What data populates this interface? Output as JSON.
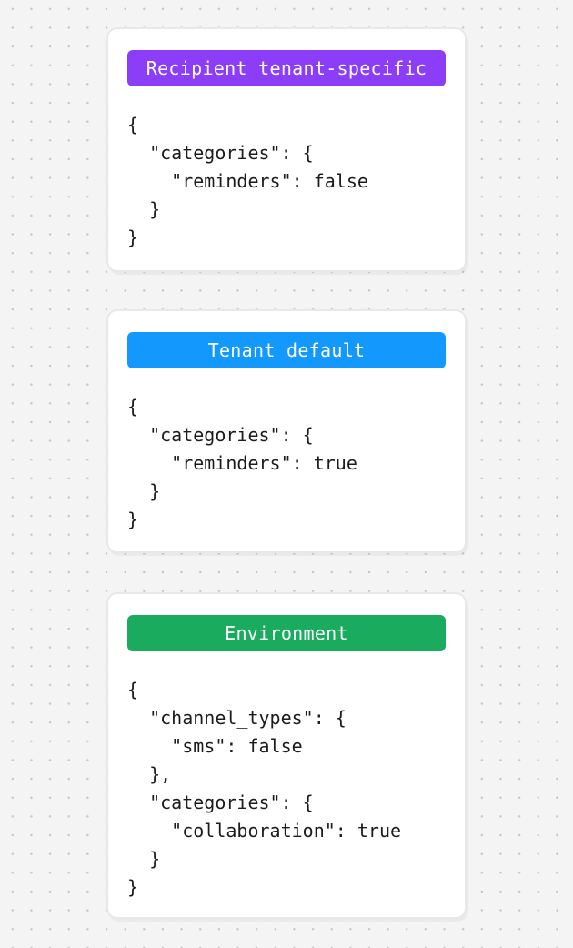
{
  "canvas": {
    "background_color": "#f5f4f5",
    "dot_color": "#c7c6c7"
  },
  "cards": [
    {
      "label": "Recipient tenant-specific",
      "badge_color": "#8b3df7",
      "code": "{\n  \"categories\": {\n    \"reminders\": false\n  }\n}"
    },
    {
      "label": "Tenant default",
      "badge_color": "#1398fd",
      "code": "{\n  \"categories\": {\n    \"reminders\": true\n  }\n}"
    },
    {
      "label": "Environment",
      "badge_color": "#1aab5e",
      "code": "{\n  \"channel_types\": {\n    \"sms\": false\n  },\n  \"categories\": {\n    \"collaboration\": true\n  }\n}"
    }
  ]
}
